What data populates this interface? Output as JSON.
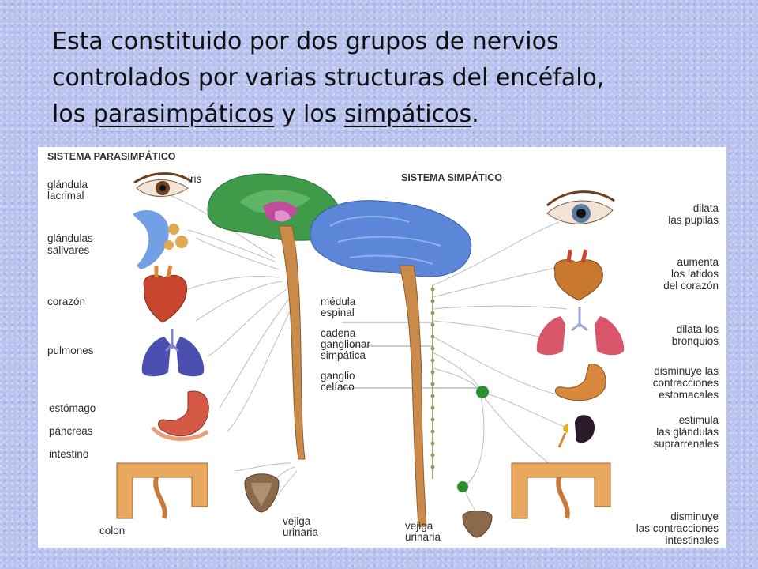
{
  "title": {
    "line1": "Esta constituido por dos grupos de nervios",
    "line2": "controlados por varias structuras del encéfalo,",
    "line3_a": "los ",
    "line3_b": "parasimpáticos",
    "line3_c": " y los ",
    "line3_d": "simpáticos",
    "line3_e": "."
  },
  "diagram": {
    "parasympathetic_header": "SISTEMA PARASIMPÁTICO",
    "sympathetic_header": "SISTEMA SIMPÁTICO",
    "left_labels": {
      "iris": "iris",
      "lacrimal_1": "glándula",
      "lacrimal_2": "lacrimal",
      "salivary_1": "glándulas",
      "salivary_2": "salivares",
      "heart": "corazón",
      "lungs": "pulmones",
      "stomach": "estómago",
      "pancreas": "páncreas",
      "intestine": "intestino",
      "colon": "colon",
      "bladder_1": "vejiga",
      "bladder_2": "urinaria"
    },
    "center_labels": {
      "spinal_1": "médula",
      "spinal_2": "espinal",
      "chain_1": "cadena",
      "chain_2": "ganglionar",
      "chain_3": "simpática",
      "celiac_1": "ganglio",
      "celiac_2": "celíaco",
      "bladder_1": "vejiga",
      "bladder_2": "urinaria"
    },
    "right_labels": {
      "pupils_1": "dilata",
      "pupils_2": "las pupilas",
      "heart_1": "aumenta",
      "heart_2": "los latidos",
      "heart_3": "del corazón",
      "bronchi_1": "dilata los",
      "bronchi_2": "bronquios",
      "stomach_1": "disminuye las",
      "stomach_2": "contracciones",
      "stomach_3": "estomacales",
      "adrenal_1": "estimula",
      "adrenal_2": "las glándulas",
      "adrenal_3": "suprarrenales",
      "intestine_1": "disminuye",
      "intestine_2": "las contracciones",
      "intestine_3": "intestinales"
    },
    "colors": {
      "parasympathetic_brain": "#3f9a4a",
      "sympathetic_brain": "#5c86d8",
      "spinal_cord": "#c98a4a",
      "organ_red": "#c8452e",
      "lungs_left": "#4a4fb0",
      "lungs_right": "#d9556a",
      "ganglion": "#2e8f2e"
    }
  }
}
